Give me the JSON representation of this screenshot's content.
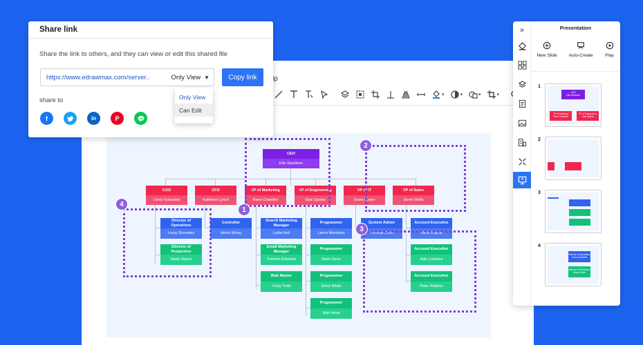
{
  "menu_fragment": "lp",
  "share": {
    "title": "Share link",
    "description": "Share the link to others, and they can view or edit this shared file",
    "url": "https://www.edrawmax.com/server..",
    "permission": "Only View",
    "copy_label": "Copy link",
    "share_to_label": "share to",
    "menu": [
      "Only View",
      "Can Edit"
    ],
    "socials": [
      {
        "name": "facebook-icon",
        "glyph": "f",
        "color": "#1877F2"
      },
      {
        "name": "twitter-icon",
        "glyph": "t",
        "color": "#1DA1F2"
      },
      {
        "name": "linkedin-icon",
        "glyph": "in",
        "color": "#0A66C2"
      },
      {
        "name": "pinterest-icon",
        "glyph": "P",
        "color": "#E60023"
      },
      {
        "name": "line-icon",
        "glyph": "L",
        "color": "#06C755"
      }
    ]
  },
  "presentation": {
    "title": "Presentation",
    "actions": [
      "New Slide",
      "Auto-Create",
      "Play"
    ],
    "slides": [
      "1",
      "2",
      "3",
      "4"
    ],
    "thumb1": {
      "ceo_title": "CEO",
      "ceo_name": "Ellis Davidson",
      "left_title": "VP of Marketing",
      "left_name": "Rene Chandler",
      "right_title": "VP of Engineering",
      "right_name": "Opal Sparks"
    },
    "thumb4": {
      "top_title": "Director of Operations",
      "top_name": "Leroy Gonzales",
      "bottom_title": "Director of Production",
      "bottom_name": "Wade Meyer"
    }
  },
  "org": {
    "ceo": {
      "title": "CEO",
      "name": "Ellis Davidson"
    },
    "executives": [
      {
        "title": "COO",
        "name": "Leroy Gonzales"
      },
      {
        "title": "CFO",
        "name": "Kathleen Lynch"
      },
      {
        "title": "VP of Marketing",
        "name": "Rene Chandler"
      },
      {
        "title": "VP of Engineering",
        "name": "Opal Sparks"
      },
      {
        "title": "VP of IT",
        "name": "Grant Foster"
      },
      {
        "title": "VP of Sales",
        "name": "Devin Wells"
      }
    ],
    "staff": [
      {
        "title": "Director of Operations",
        "name": "Leroy Gonzales",
        "color": "blue"
      },
      {
        "title": "Director of Production",
        "name": "Wade Meyer",
        "color": "green"
      },
      {
        "title": "Controller",
        "name": "Amos Wong",
        "color": "blue"
      },
      {
        "title": "Search Marketing Manager",
        "name": "Lydia Holt",
        "color": "blue"
      },
      {
        "title": "Email Marketing Manager",
        "name": "Tommie Edwards",
        "color": "green"
      },
      {
        "title": "Web Master",
        "name": "Vicky Todd",
        "color": "green"
      },
      {
        "title": "Programmer",
        "name": "Lance Mendoza",
        "color": "blue"
      },
      {
        "title": "Programmer",
        "name": "Mark Davis",
        "color": "green"
      },
      {
        "title": "Programmer",
        "name": "Snow White",
        "color": "green"
      },
      {
        "title": "Programmer",
        "name": "Walt Hood",
        "color": "green"
      },
      {
        "title": "System Admin",
        "name": "Thomas Curie",
        "color": "blue"
      },
      {
        "title": "Account Executive",
        "name": "Marie Pascal",
        "color": "blue"
      },
      {
        "title": "Account Executive",
        "name": "Ada Lovelace",
        "color": "green"
      },
      {
        "title": "Account Executive",
        "name": "Peter Watkins",
        "color": "green"
      }
    ]
  },
  "badges": [
    "1",
    "2",
    "3",
    "4"
  ]
}
